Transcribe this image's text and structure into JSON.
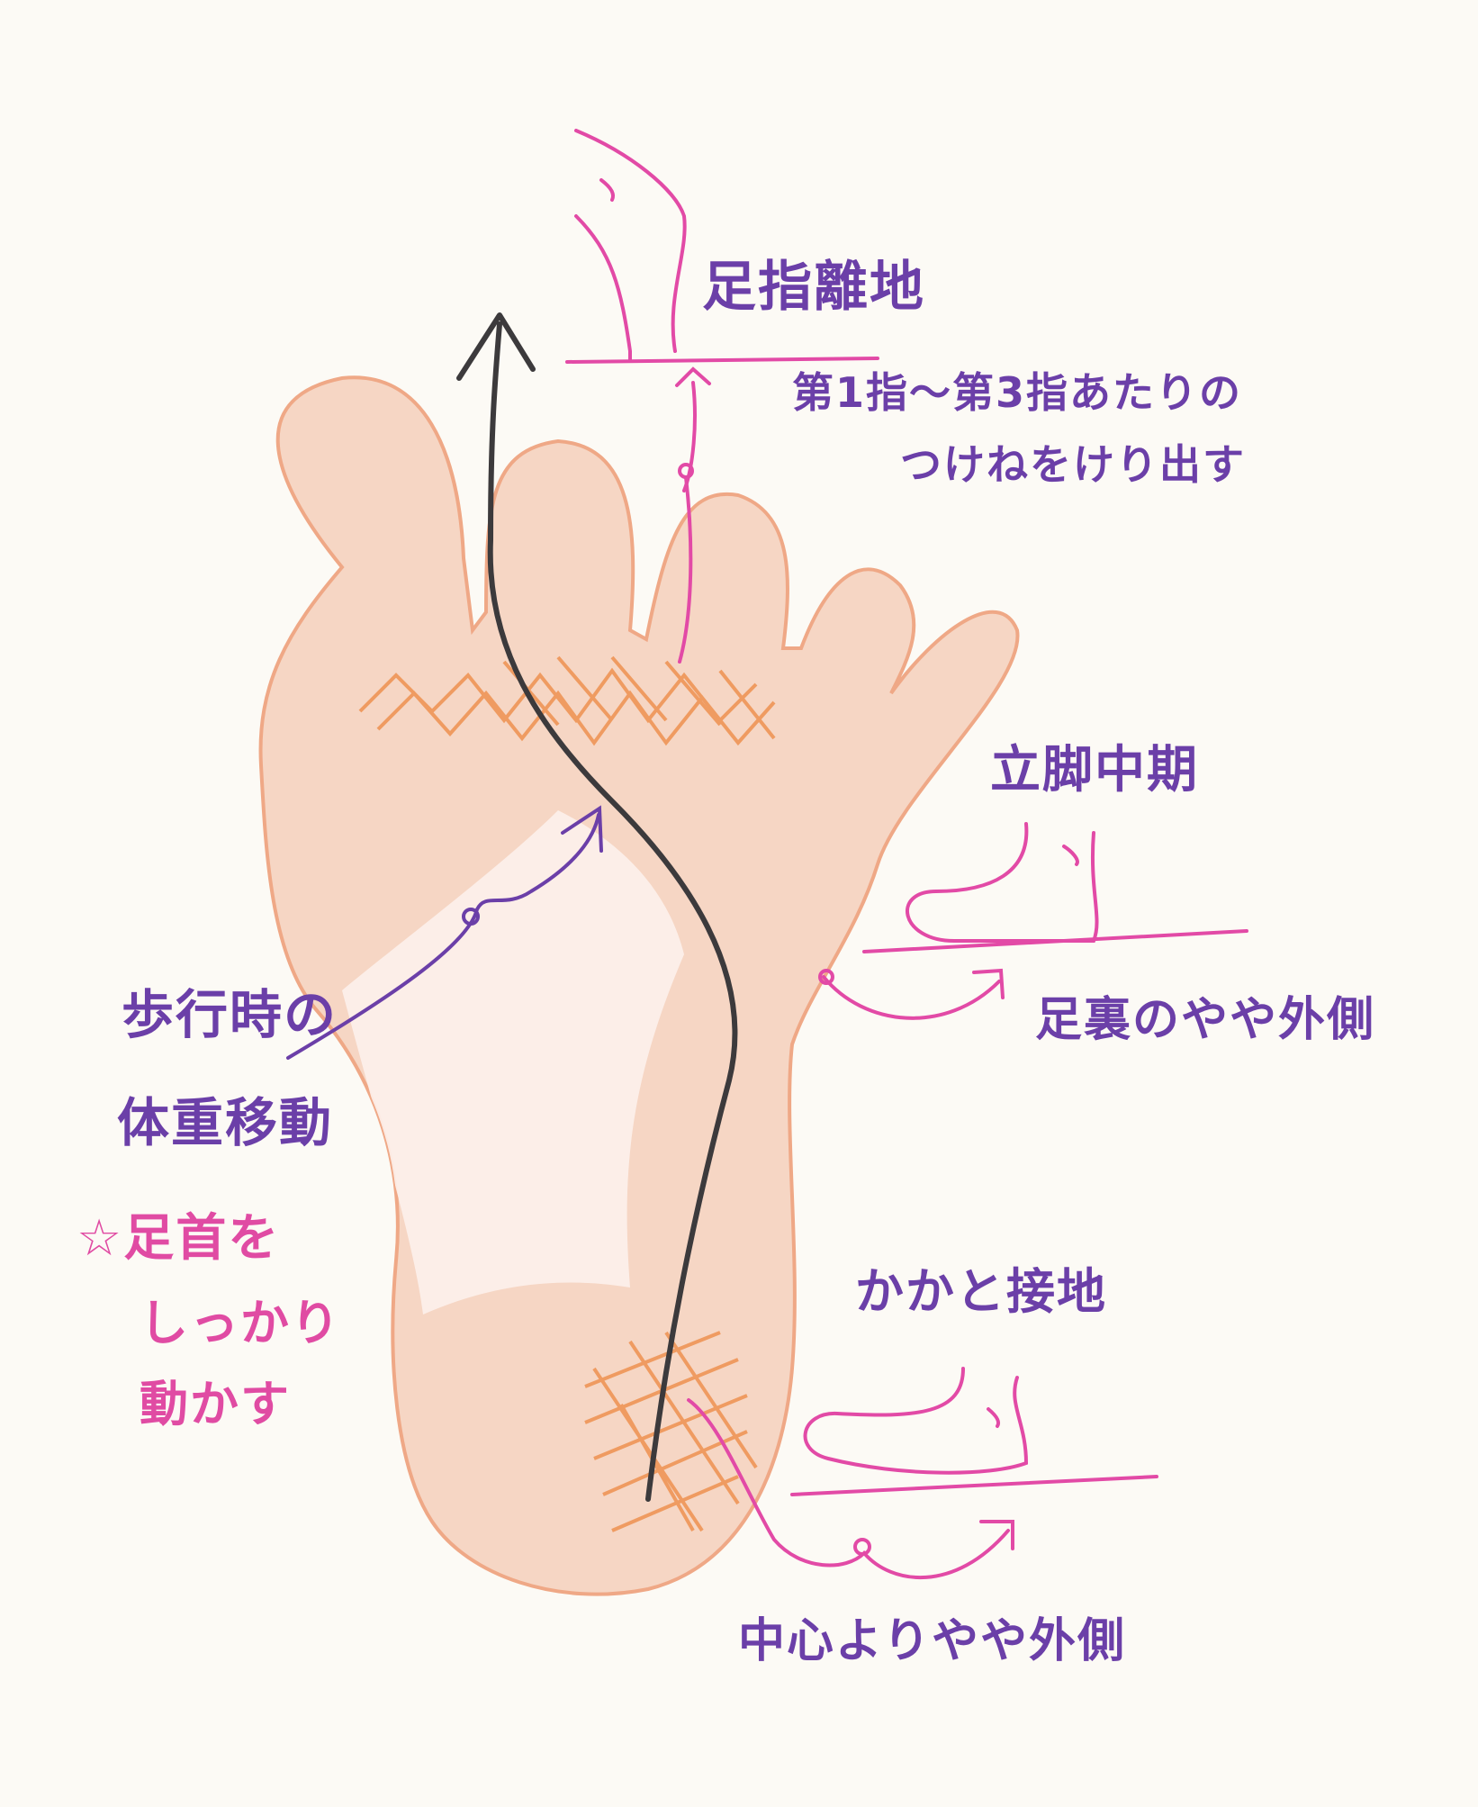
{
  "labels": {
    "toe_off": "足指離地",
    "toe_off_note_line1": "第1指〜第3指あたりの",
    "toe_off_note_line2": "つけねをけり出す",
    "midstance": "立脚中期",
    "midstance_note": "足裏のやや外側",
    "heel_strike": "かかと接地",
    "heel_note": "中心よりやや外側",
    "weight_shift_line1": "歩行時の",
    "weight_shift_line2": "体重移動",
    "ankle_tip_line1": "☆足首を",
    "ankle_tip_line2": "しっかり",
    "ankle_tip_line3": "動かす"
  },
  "colors": {
    "foot_fill": "#f6d6c4",
    "foot_outline": "#efa886",
    "hatching": "#ee9150",
    "main_arrow": "#3c3a3c",
    "pink_marker": "#e24aa6",
    "purple_marker": "#6b3fa8"
  }
}
